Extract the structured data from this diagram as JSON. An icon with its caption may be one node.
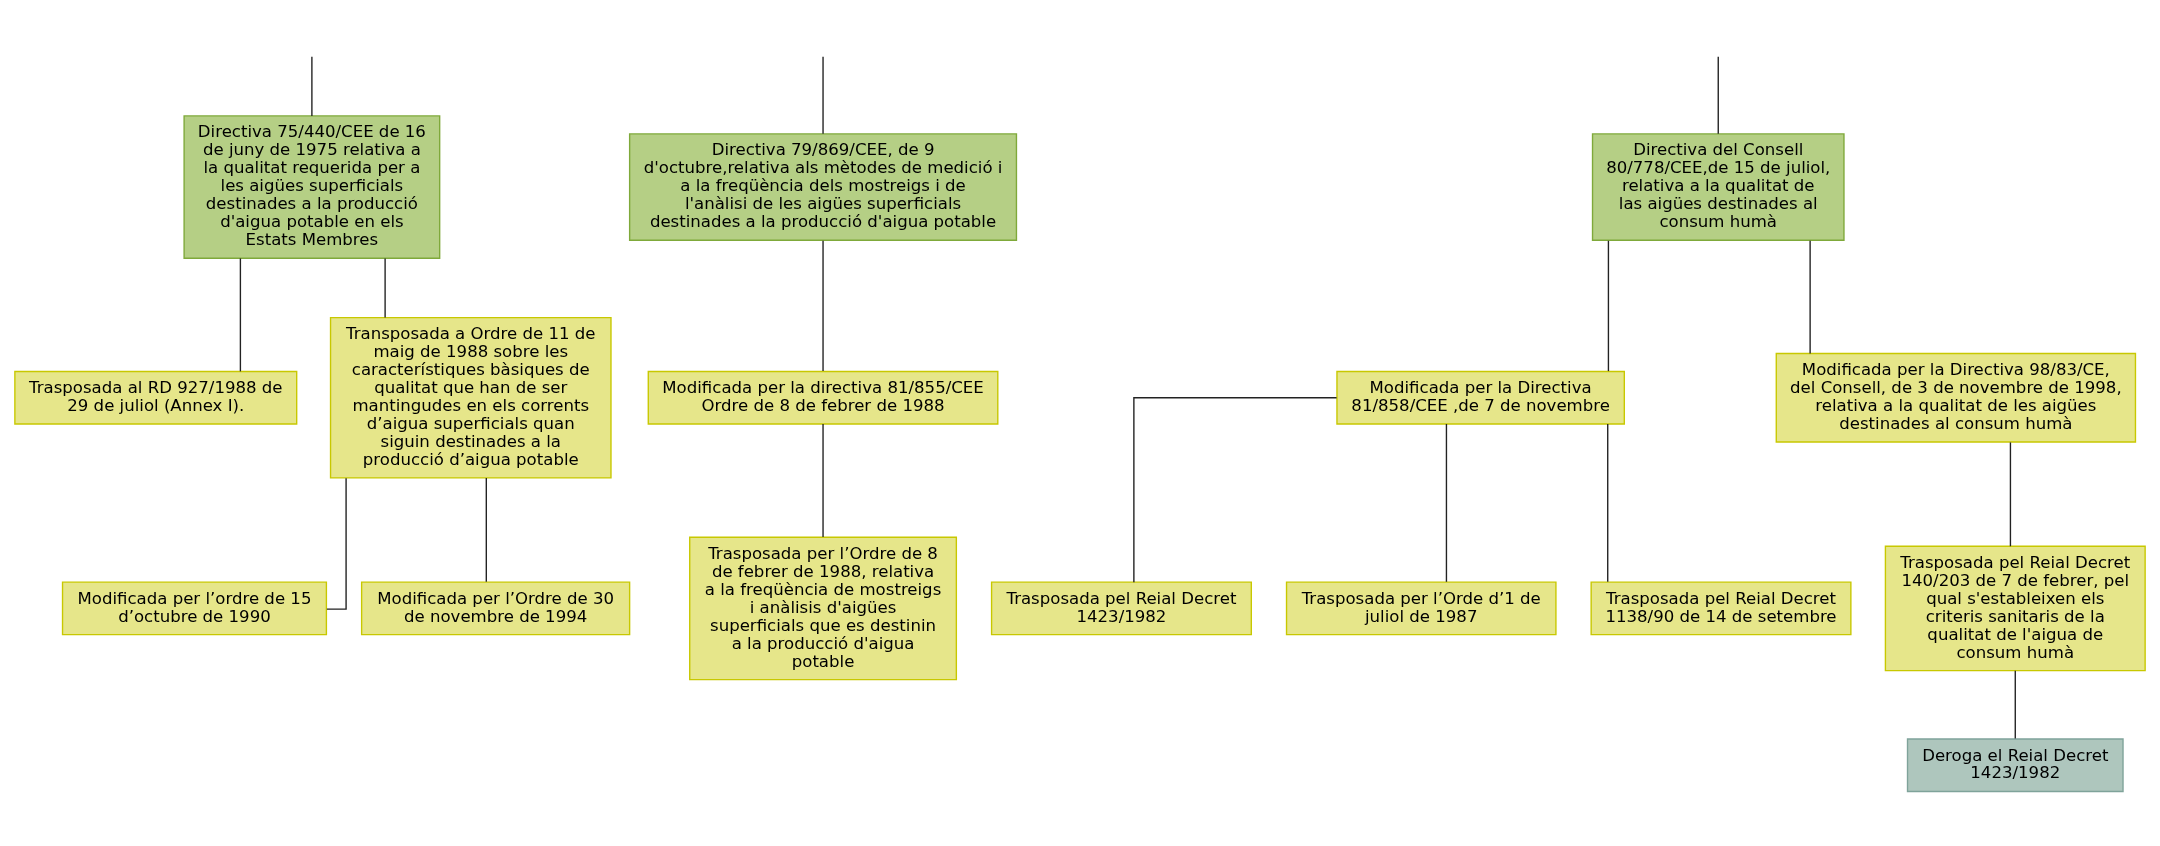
{
  "diagram": {
    "nodes": [
      {
        "text": [
          "Directiva 75/440/CEE de 16 de juny de 1975 relativa a la qualitat requerida per a les aigües superficials destinades a la producció d'aigua potable en els Estats Membres"
        ]
      },
      {
        "text": [
          "Directiva 79/869/CEE, de 9 d'octubre,relativa als mètodes de medició i a la freqüència dels mostreigs i de l'anàlisi de les aigües superficials destinades a la producció d'aigua potable"
        ]
      },
      {
        "text": [
          "Directiva del Consell 80/778/CEE,de 15 de juliol, relativa a la qualitat de las aigües destinades al consum humà"
        ]
      },
      {
        "text": [
          "Trasposada al RD 927/1988 de 29 de juliol (Annex I)."
        ]
      },
      {
        "text": [
          "Transposada a Ordre de 11 de maig de 1988 sobre les característiques bàsiques de qualitat que han de ser mantingudes en els corrents d’aigua superficials quan siguin destinades a la producció d’aigua potable"
        ]
      },
      {
        "text": [
          "Modificada per la directiva 81/855/CEE Ordre de 8 de febrer de 1988"
        ]
      },
      {
        "text": [
          "Modificada per la Directiva 81/858/CEE ,de 7 de novembre"
        ]
      },
      {
        "text": [
          "Modificada per la Directiva 98/83/CE, del Consell, de 3 de novembre de 1998, relativa a la qualitat de les aigües destinades al consum humà"
        ]
      },
      {
        "text": [
          "Modificada per l’ordre de 15 d’octubre de 1990"
        ]
      },
      {
        "text": [
          "Modificada per l’Ordre de 30 de novembre de 1994"
        ]
      },
      {
        "text": [
          "Trasposada per l’Ordre de 8 de febrer de 1988, relativa a la freqüència de mostreigs i anàlisis d'aigües superficials que es destinin a la producció d'aigua potable"
        ]
      },
      {
        "text": [
          "Trasposada pel Reial Decret 1423/1982"
        ]
      },
      {
        "text": [
          "Trasposada per l’Orde d’1 de juliol de 1987"
        ]
      },
      {
        "text": [
          "Trasposada pel Reial Decret 1138/90 de 14 de setembre"
        ]
      },
      {
        "text": [
          "Trasposada pel Reial Decret 140/203 de 7 de febrer, pel qual s'estableixen els criteris sanitaris de la qualitat de l'aigua de consum humà"
        ]
      },
      {
        "text": [
          "Deroga el Reial Decret 1423/1982"
        ]
      }
    ],
    "edges": [
      {
        "from": null,
        "to": 0,
        "arrow": "none"
      },
      {
        "from": null,
        "to": 1,
        "arrow": "none"
      },
      {
        "from": null,
        "to": 2,
        "arrow": "none"
      },
      {
        "from": 0,
        "to": 3,
        "arrow": "none"
      },
      {
        "from": 0,
        "to": 4,
        "arrow": "none"
      },
      {
        "from": 1,
        "to": 5,
        "arrow": "none"
      },
      {
        "from": 2,
        "to": 6,
        "arrow": "none"
      },
      {
        "from": 2,
        "to": 7,
        "arrow": "none"
      },
      {
        "from": 4,
        "to": 8,
        "arrow": "none"
      },
      {
        "from": 4,
        "to": 9,
        "arrow": "none"
      },
      {
        "from": 5,
        "to": 10,
        "arrow": "none"
      },
      {
        "from": 6,
        "to": 11,
        "arrow": "none"
      },
      {
        "from": 6,
        "to": 12,
        "arrow": "none"
      },
      {
        "from": 6,
        "to": 13,
        "arrow": "none"
      },
      {
        "from": 7,
        "to": 14,
        "arrow": "none"
      },
      {
        "from": 14,
        "to": 15,
        "arrow": "none"
      }
    ]
  }
}
